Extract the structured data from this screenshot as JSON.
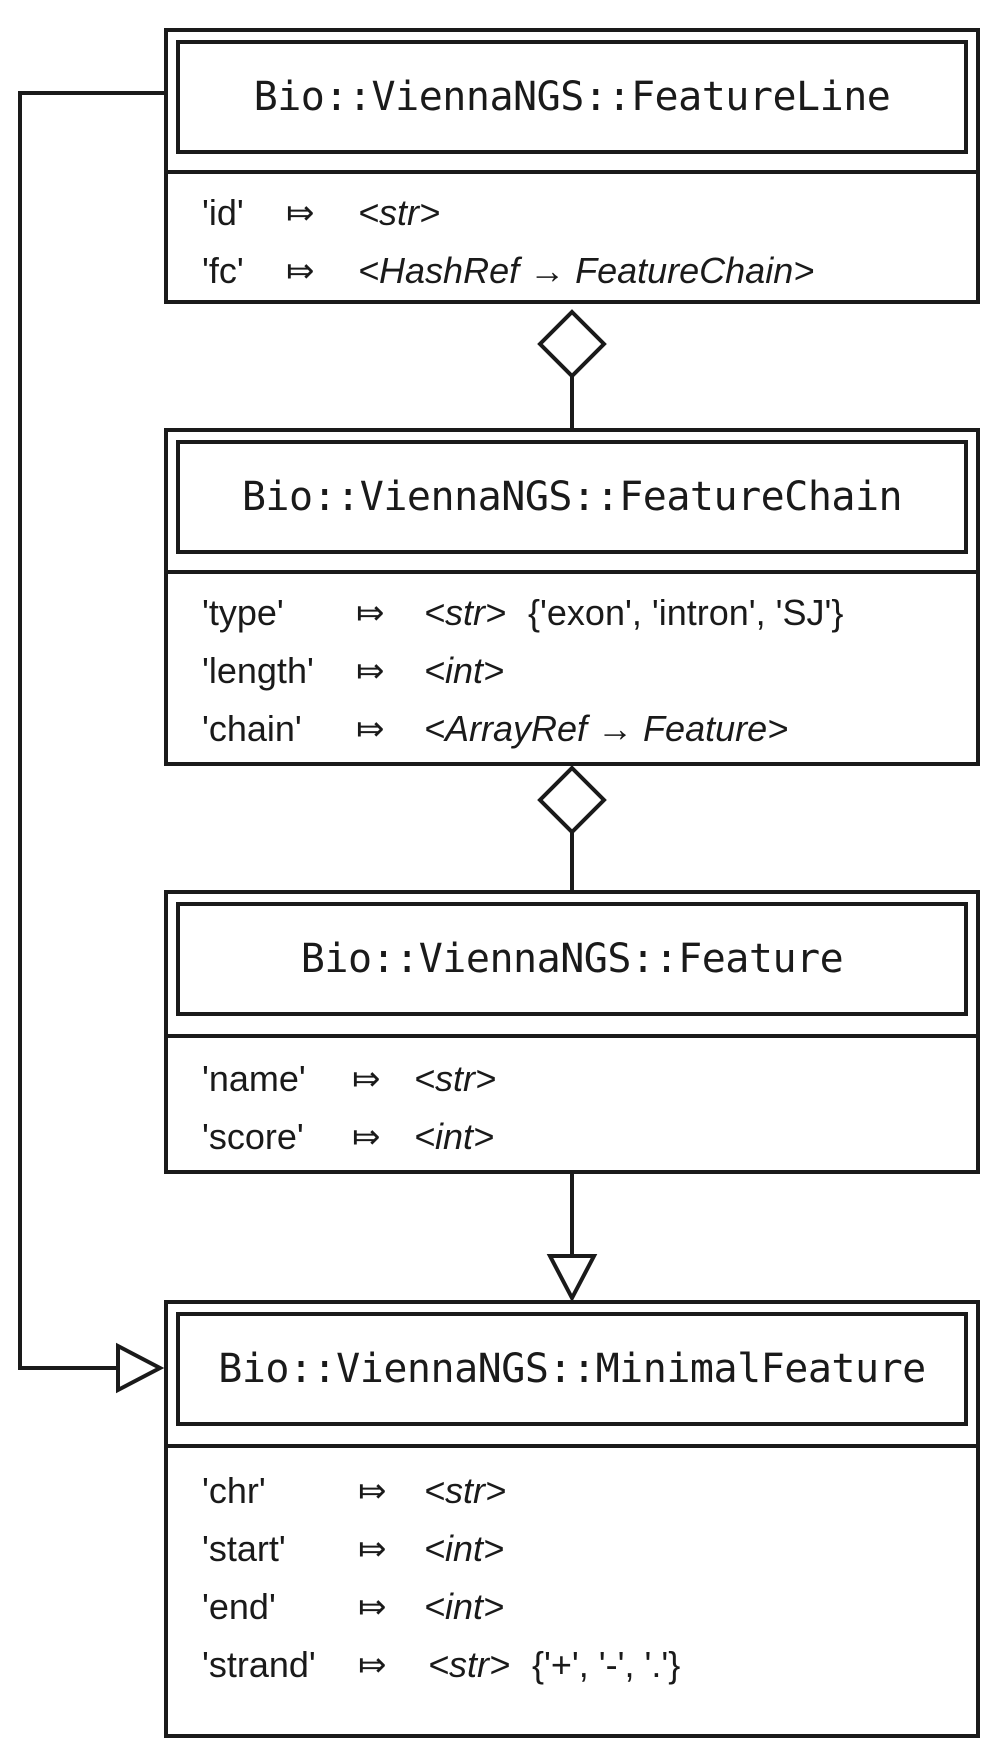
{
  "classes": [
    {
      "name": "Bio::ViennaNGS::FeatureLine",
      "attributes": [
        {
          "key": "'id'",
          "arrow": "⤇",
          "type": "<str>",
          "extra": ""
        },
        {
          "key": "'fc'",
          "arrow": "⤇",
          "type": "<HashRef → FeatureChain>",
          "extra": ""
        }
      ]
    },
    {
      "name": "Bio::ViennaNGS::FeatureChain",
      "attributes": [
        {
          "key": "'type'",
          "arrow": "⤇",
          "type": "<str>",
          "extra": "{'exon', 'intron', 'SJ'}"
        },
        {
          "key": "'length'",
          "arrow": "⤇",
          "type": "<int>",
          "extra": ""
        },
        {
          "key": "'chain'",
          "arrow": "⤇",
          "type": "<ArrayRef → Feature>",
          "extra": ""
        }
      ]
    },
    {
      "name": "Bio::ViennaNGS::Feature",
      "attributes": [
        {
          "key": "'name'",
          "arrow": "⤇",
          "type": "<str>",
          "extra": ""
        },
        {
          "key": "'score'",
          "arrow": "⤇",
          "type": "<int>",
          "extra": ""
        }
      ]
    },
    {
      "name": "Bio::ViennaNGS::MinimalFeature",
      "attributes": [
        {
          "key": "'chr'",
          "arrow": "⤇",
          "type": "<str>",
          "extra": ""
        },
        {
          "key": "'start'",
          "arrow": "⤇",
          "type": "<int>",
          "extra": ""
        },
        {
          "key": "'end'",
          "arrow": "⤇",
          "type": "<int>",
          "extra": ""
        },
        {
          "key": "'strand'",
          "arrow": "⤇",
          "type": "<str>",
          "extra": "{'+', '-', '.'}"
        }
      ]
    }
  ],
  "relations": [
    {
      "from": "Bio::ViennaNGS::FeatureChain",
      "to": "Bio::ViennaNGS::FeatureLine",
      "kind": "aggregation"
    },
    {
      "from": "Bio::ViennaNGS::Feature",
      "to": "Bio::ViennaNGS::FeatureChain",
      "kind": "aggregation"
    },
    {
      "from": "Bio::ViennaNGS::Feature",
      "to": "Bio::ViennaNGS::MinimalFeature",
      "kind": "generalization"
    },
    {
      "from": "Bio::ViennaNGS::FeatureLine",
      "to": "Bio::ViennaNGS::MinimalFeature",
      "kind": "generalization"
    }
  ],
  "colors": {
    "stroke": "#1a1a1a",
    "background": "#ffffff"
  }
}
